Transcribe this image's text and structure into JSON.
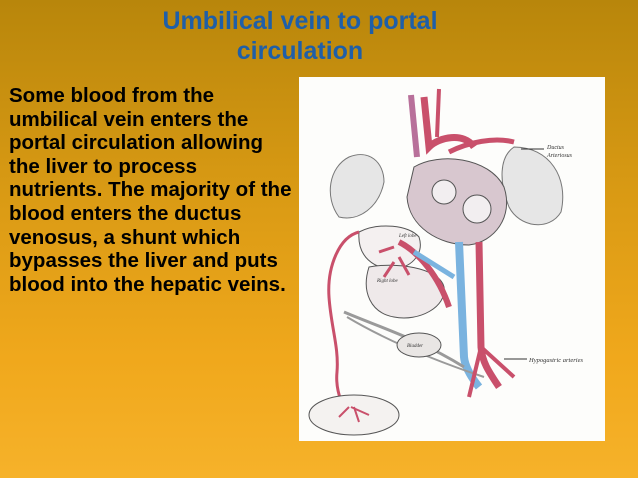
{
  "slide": {
    "title": "Umbilical vein to portal circulation",
    "body": "Some blood from the umbilical vein enters the portal circulation allowing the liver to process nutrients. The majority of the blood enters the ductus venosus, a shunt which bypasses the liver and puts blood into the hepatic veins."
  },
  "figure": {
    "labels": {
      "ductus": "Ductus",
      "arteriosus": "Arteriosus",
      "hypogastric": "Hypogastric arteries",
      "left_lobe": "Left lobe",
      "right_lobe": "Right lobe",
      "bladder": "Bladder"
    }
  },
  "colors": {
    "title": "#1f5fa8",
    "artery": "#c9506b",
    "vein": "#7ab3df",
    "mixed": "#b8709a",
    "background_top": "#b8860b",
    "background_bottom": "#f6b22a"
  }
}
